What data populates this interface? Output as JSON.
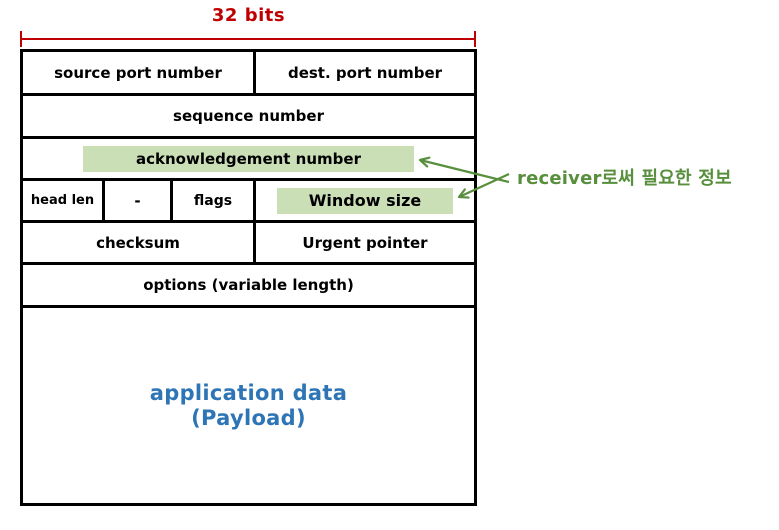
{
  "measurement": {
    "label": "32 bits",
    "color": "#c00000"
  },
  "fields": {
    "source_port": "source port number",
    "dest_port": "dest. port number",
    "sequence": "sequence number",
    "ack": "acknowledgement number",
    "head_len": "head len",
    "reserved": "-",
    "flags": "flags",
    "window": "Window size",
    "checksum": "checksum",
    "urgent": "Urgent pointer",
    "options": "options (variable length)",
    "payload_line1": "application data",
    "payload_line2": "(Payload)"
  },
  "annotation": {
    "label": "receiver로써 필요한 정보",
    "color": "#588f3d"
  },
  "colors": {
    "measure_red": "#c00000",
    "highlight_green": "#cbdfb7",
    "arrow_green": "#588f3d",
    "payload_blue": "#2e75b6",
    "border_black": "#000000"
  }
}
